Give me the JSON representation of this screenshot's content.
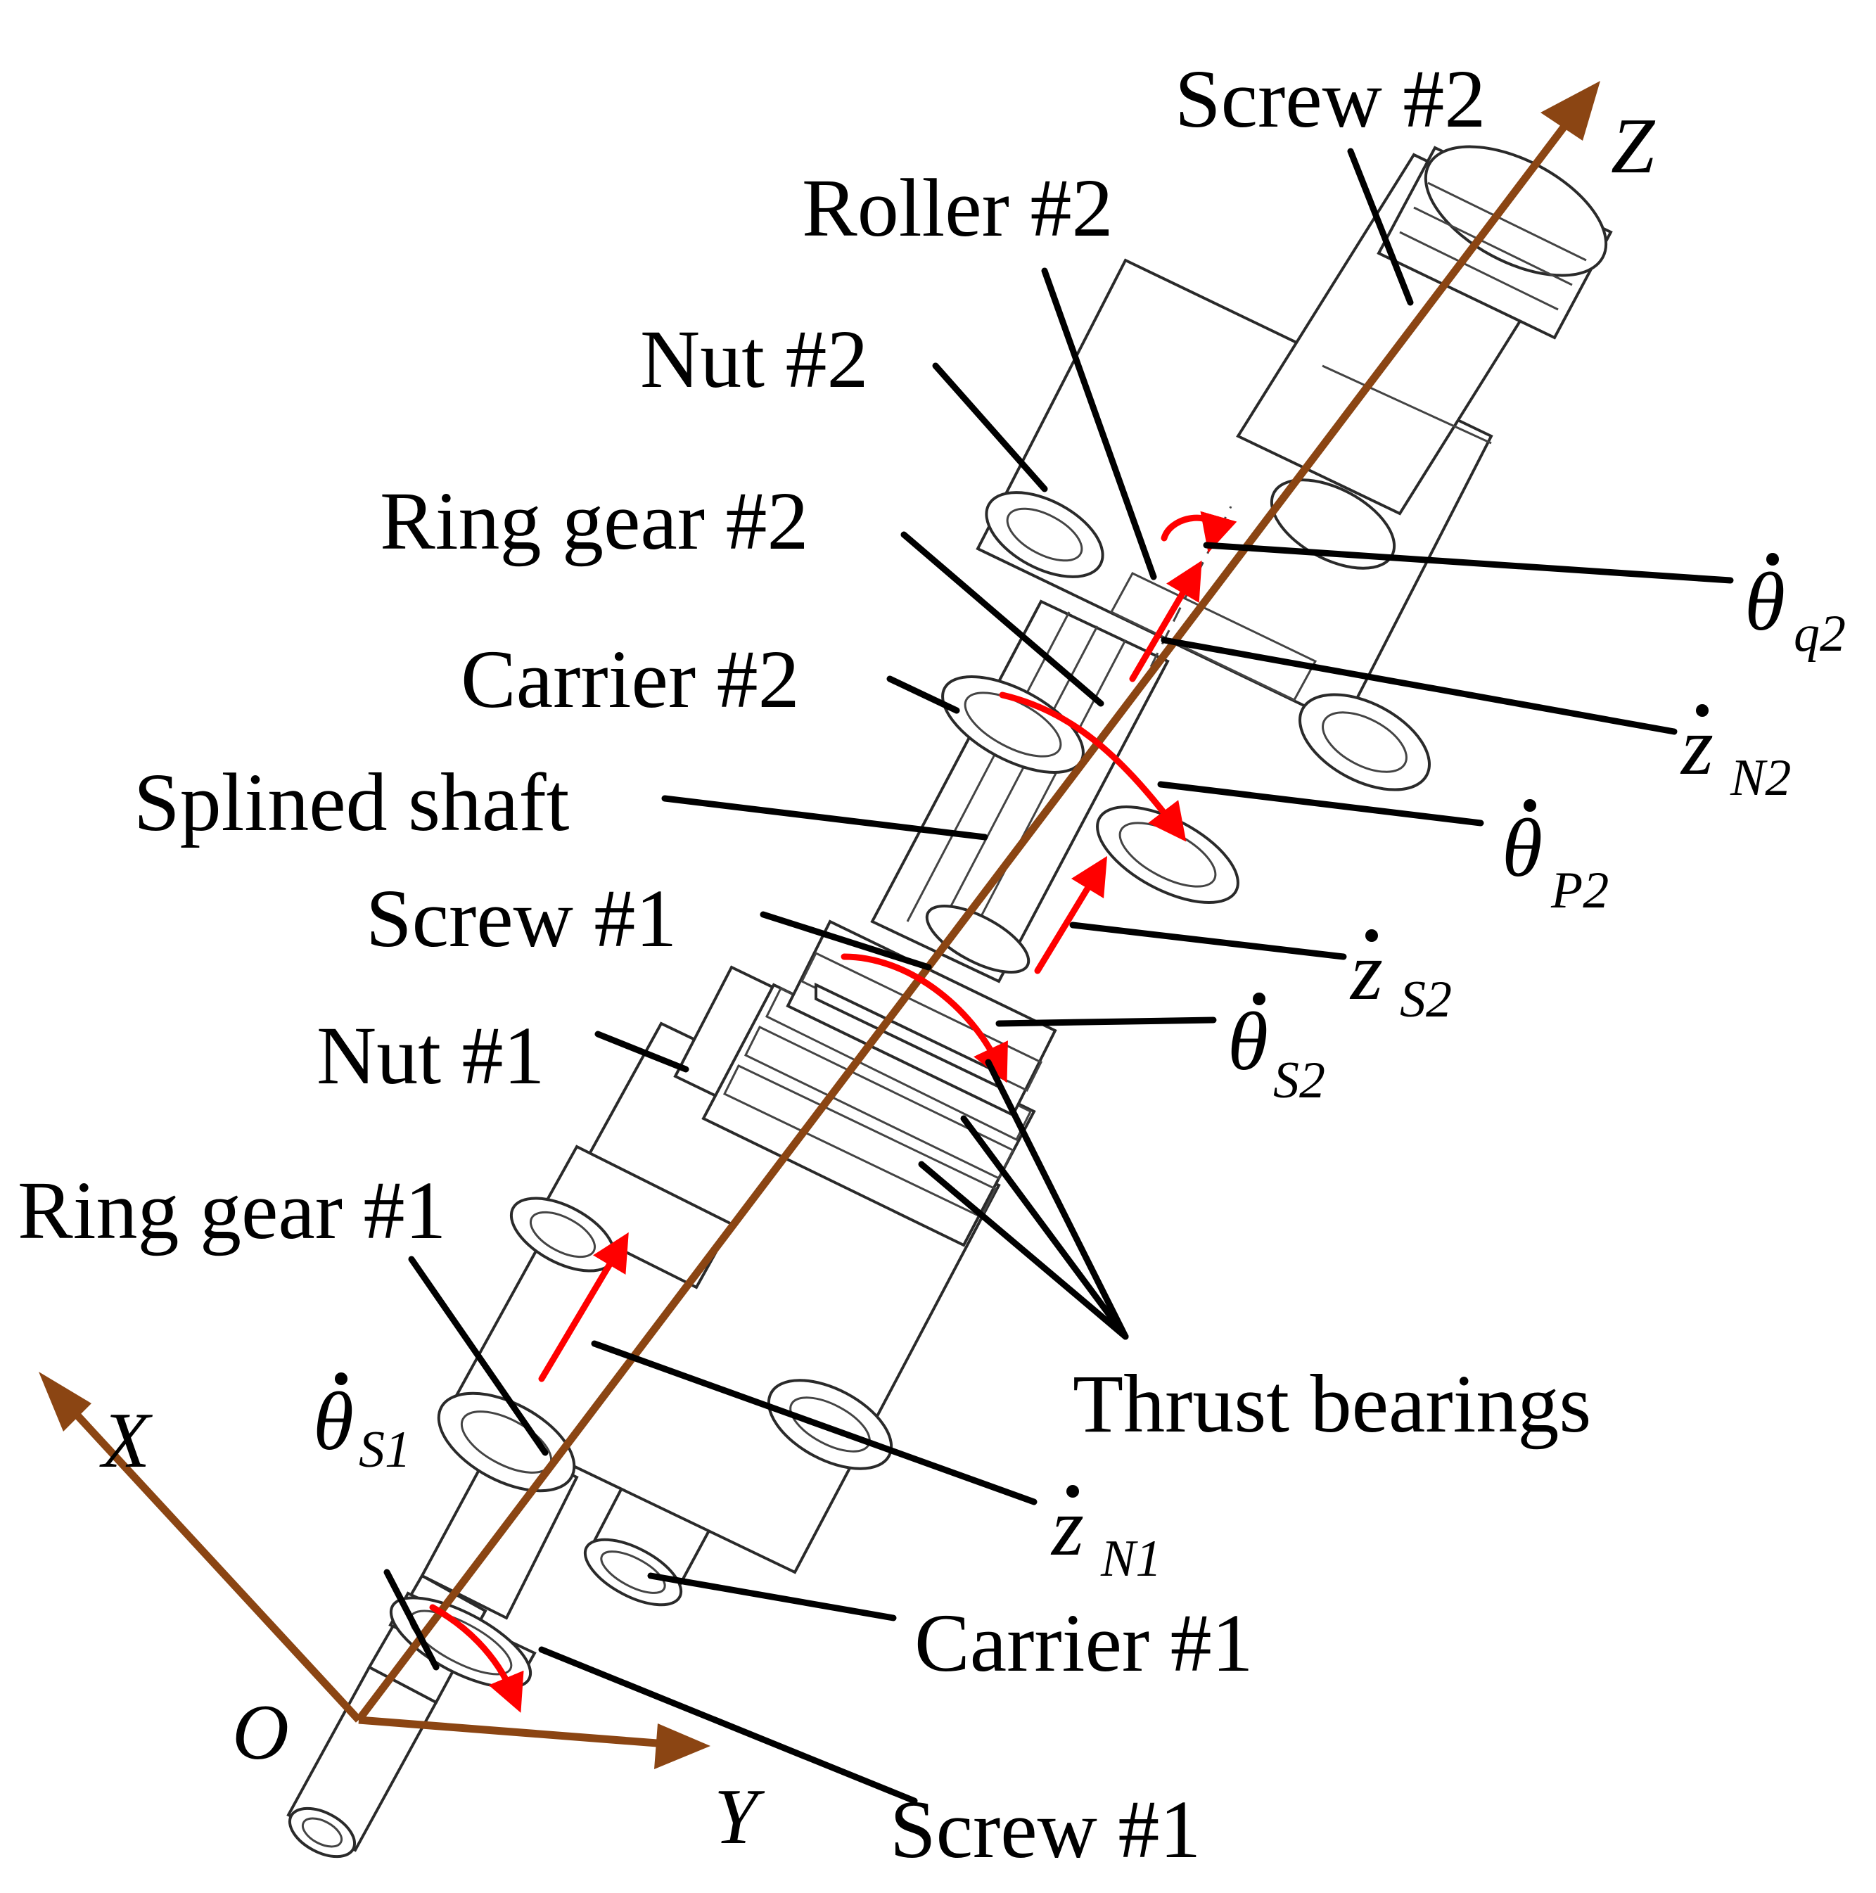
{
  "colors": {
    "axis": "#8B4513",
    "motion": "#FF0000",
    "leader": "#000000",
    "background": "#FFFFFF"
  },
  "axes": {
    "origin": "O",
    "x": "X",
    "y": "Y",
    "z": "Z"
  },
  "labels": {
    "screw2_top": "Screw #2",
    "roller2": "Roller #2",
    "nut2": "Nut #2",
    "ring_gear2": "Ring gear #2",
    "carrier2": "Carrier #2",
    "splined_shaft": "Splined shaft",
    "screw1_mid": "Screw #1",
    "nut1": "Nut #1",
    "ring_gear1": "Ring gear #1",
    "thrust_bearings": "Thrust bearings",
    "carrier1": "Carrier #1",
    "screw1_bottom": "Screw #1"
  },
  "symbols": {
    "theta_q2": {
      "main": "θ",
      "sub": "q2"
    },
    "z_N2": {
      "main": "z",
      "sub": "N2"
    },
    "theta_P2": {
      "main": "θ",
      "sub": "P2"
    },
    "z_S2": {
      "main": "z",
      "sub": "S2"
    },
    "theta_S2": {
      "main": "θ",
      "sub": "S2"
    },
    "theta_S1": {
      "main": "θ",
      "sub": "S1"
    },
    "z_N1": {
      "main": "z",
      "sub": "N1"
    }
  },
  "icons": {
    "dot": "overdot-mark",
    "arrow": "arrowhead"
  }
}
